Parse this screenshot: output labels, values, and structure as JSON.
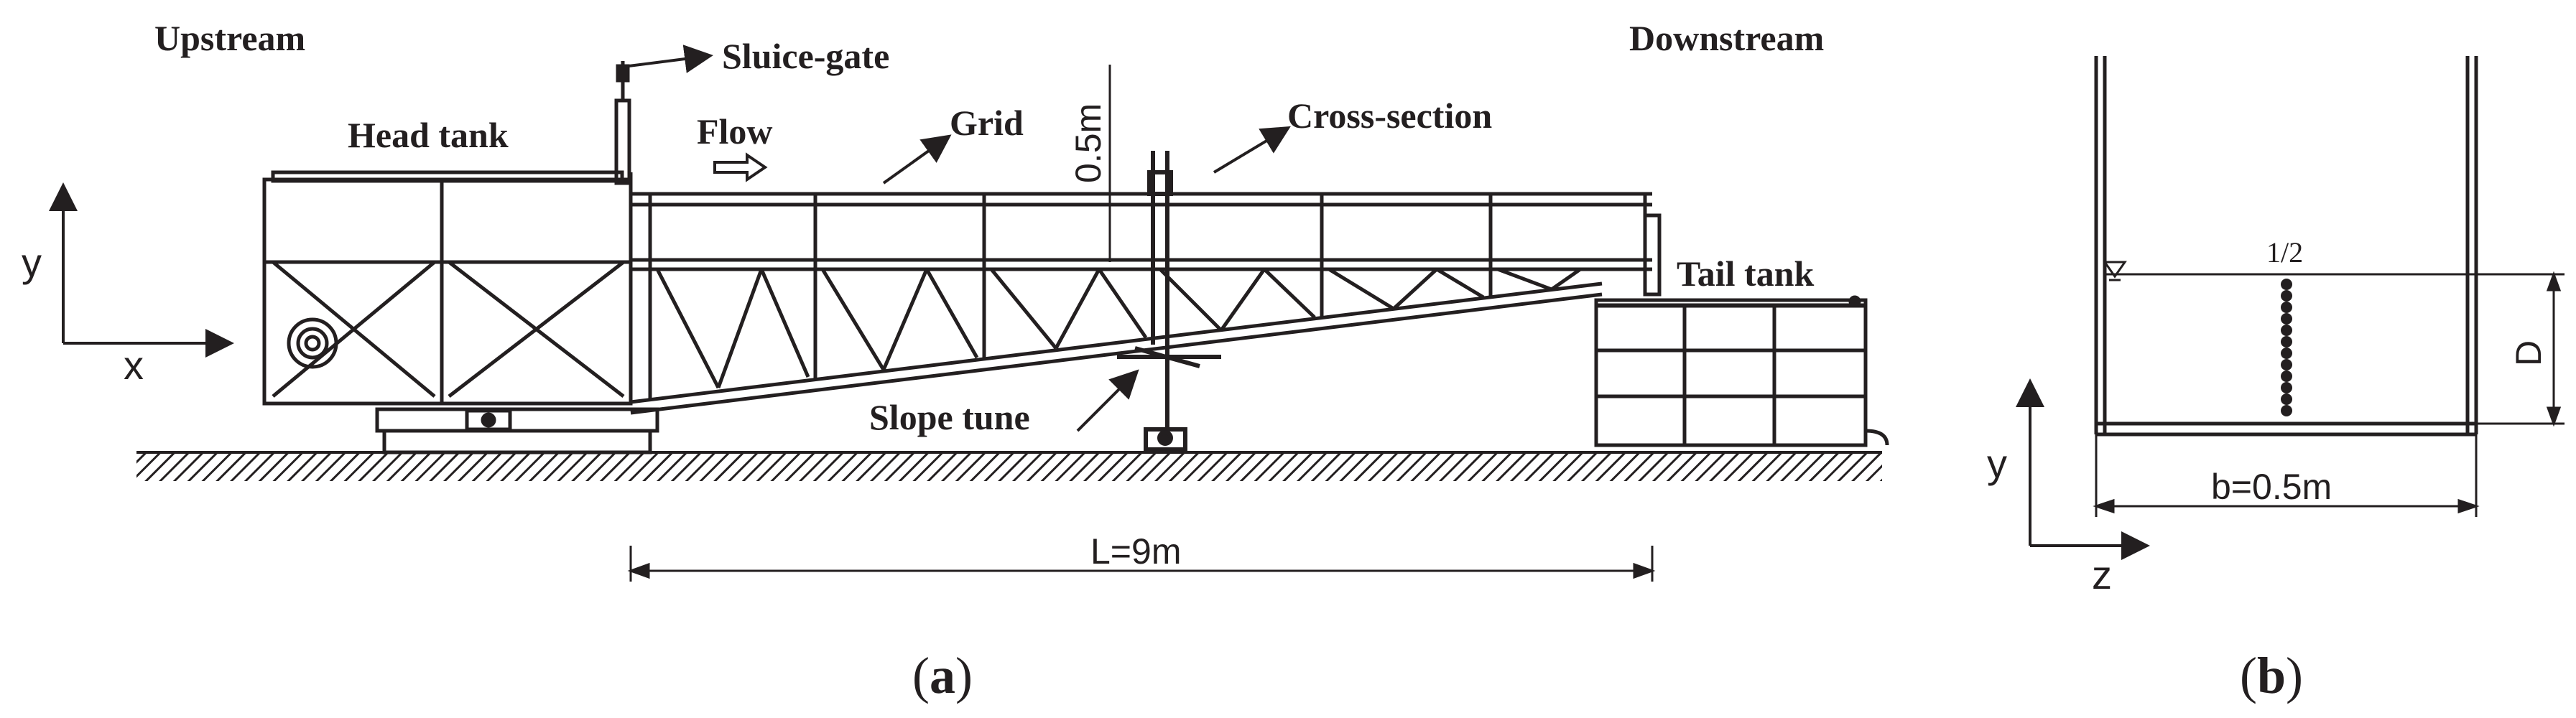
{
  "panel_a": {
    "upstream": "Upstream",
    "downstream": "Downstream",
    "sluice_gate": "Sluice-gate",
    "head_tank": "Head tank",
    "flow": "Flow",
    "grid": "Grid",
    "height_label": "0.5m",
    "cross_section": "Cross-section",
    "tail_tank": "Tail tank",
    "slope_tune": "Slope tune",
    "axis_y": "y",
    "axis_x": "x",
    "length_label": "L=9m",
    "caption": "(a)"
  },
  "panel_b": {
    "half_label": "1/2",
    "depth_label": "D",
    "axis_y": "y",
    "axis_z": "z",
    "width_label": "b=0.5m",
    "caption": "(b)"
  },
  "colors": {
    "ink": "#231f20",
    "background": "#ffffff"
  }
}
